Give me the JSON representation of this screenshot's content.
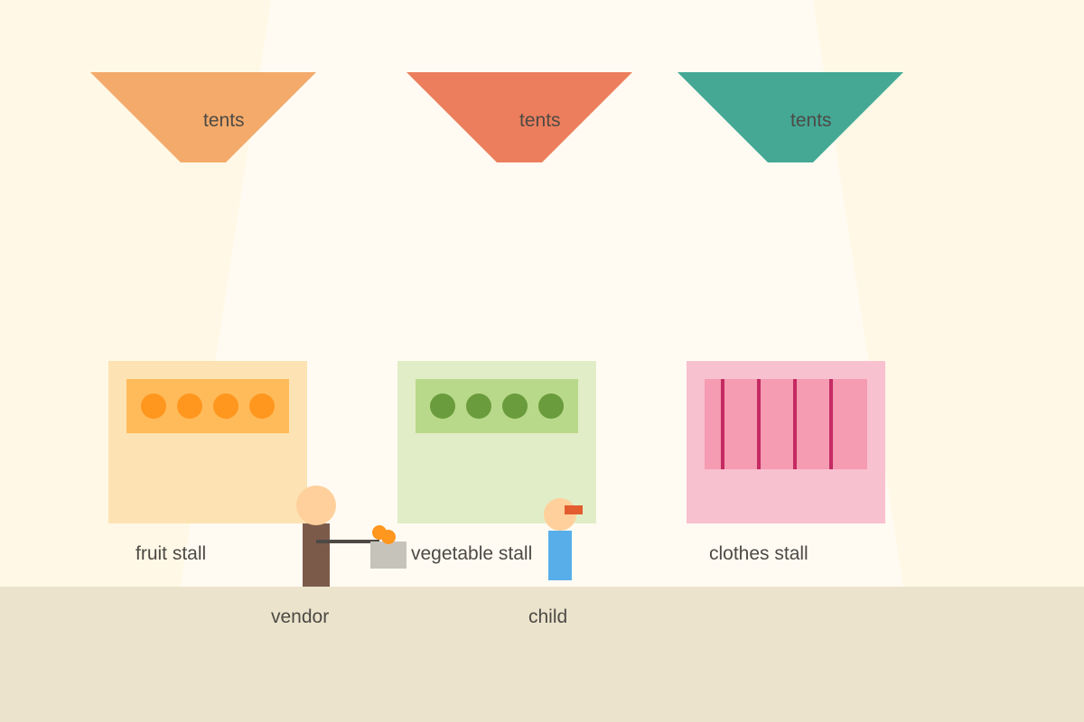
{
  "labels": {
    "tent": "tents",
    "fruit_stall": "fruit stall",
    "vegetable_stall": "vegetable stall",
    "clothes_stall": "clothes stall",
    "vendor": "vendor",
    "child": "child"
  },
  "colors": {
    "background": "#fff8e6",
    "light_beam": "#fffbf2",
    "ground": "#ebe3cc",
    "tent_orange": "#f4aa6a",
    "tent_coral": "#ec7e5d",
    "tent_teal": "#44a895",
    "fruit_stall": "#fde3b3",
    "fruit_shelf": "#ffbb5a",
    "fruit": "#ff961e",
    "vegetable_stall": "#e1edc6",
    "vegetable_shelf": "#b8d98a",
    "vegetable": "#6a9b3c",
    "clothes_stall": "#f8c1cf",
    "clothes_rack": "#f59bb2",
    "clothes_bar": "#c52a62",
    "skin": "#ffd09b",
    "vendor_body": "#7c5a4a",
    "child_shirt": "#58aee9",
    "child_cap": "#e25c30",
    "box": "#c6c3bb",
    "pole": "#4d4a45",
    "label_text": "#4d4a45"
  }
}
